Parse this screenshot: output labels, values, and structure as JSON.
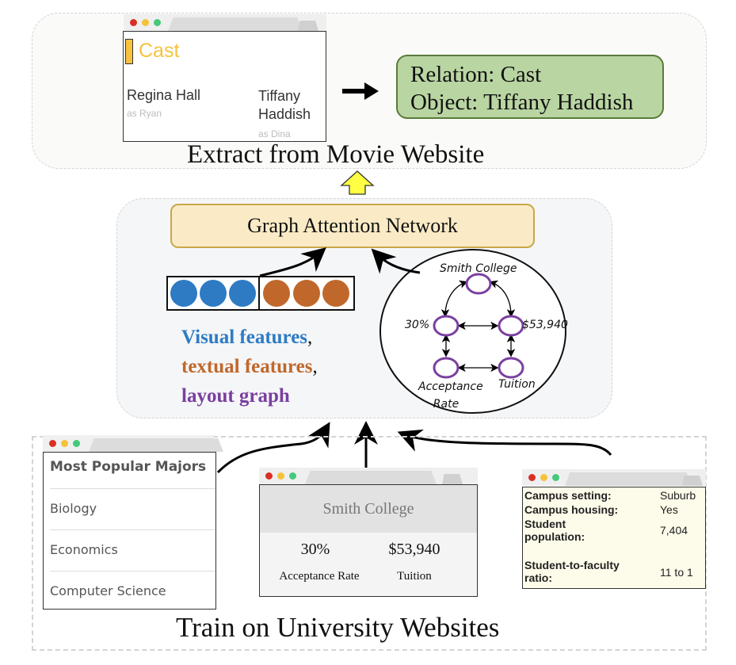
{
  "colors": {
    "visual": "#2e7bc4",
    "textual": "#c0682b",
    "layout": "#7a3fa0",
    "cast_accent": "#f7c33f",
    "relation_box_bg": "#b9d5a2",
    "relation_box_border": "#5a7a3a",
    "gat_box_bg": "#faebc6",
    "gat_box_border": "#c9a74a",
    "arrow_up_fill": "#ffff44",
    "node_stroke": "#7a3fa0",
    "dot_red": "#d93025",
    "dot_yellow": "#f5c33b",
    "dot_green": "#45c97a"
  },
  "top_panel": {
    "caption": "Extract from Movie Website",
    "movie_window": {
      "heading": "Cast",
      "actors": [
        {
          "name": "Regina Hall",
          "role": "as Ryan"
        },
        {
          "name": "Tiffany Haddish",
          "role": "as Dina"
        }
      ]
    },
    "arrow_icon": "right-arrow",
    "relation_box": {
      "line1": "Relation: Cast",
      "line2": "Object: Tiffany Haddish"
    }
  },
  "up_arrow_icon": "up-arrow",
  "middle_panel": {
    "gat_label": "Graph Attention Network",
    "feature_vector": {
      "visual_count": 3,
      "textual_count": 3
    },
    "legend": {
      "visual": "Visual features",
      "textual": "textual features",
      "layout": "layout graph",
      "comma": ","
    },
    "graph": {
      "nodes": [
        {
          "id": "smith",
          "label": "Smith College"
        },
        {
          "id": "pct",
          "label": "30%"
        },
        {
          "id": "tuition_val",
          "label": "$53,940"
        },
        {
          "id": "acc",
          "label": "Acceptance Rate"
        },
        {
          "id": "tuition",
          "label": "Tuition"
        }
      ],
      "edges": [
        [
          "smith",
          "pct"
        ],
        [
          "smith",
          "tuition_val"
        ],
        [
          "pct",
          "tuition_val"
        ],
        [
          "pct",
          "acc"
        ],
        [
          "tuition_val",
          "tuition"
        ],
        [
          "acc",
          "tuition"
        ]
      ]
    }
  },
  "bottom_panel": {
    "caption": "Train on University Websites",
    "majors_window": {
      "title": "Most Popular Majors",
      "items": [
        "Biology",
        "Economics",
        "Computer Science"
      ]
    },
    "college_window": {
      "name": "Smith College",
      "stats": [
        {
          "value": "30%",
          "label": "Acceptance Rate"
        },
        {
          "value": "$53,940",
          "label": "Tuition"
        }
      ]
    },
    "facts_window": {
      "rows": [
        {
          "key": "Campus setting:",
          "value": "Suburb"
        },
        {
          "key": "Campus housing:",
          "value": "Yes"
        },
        {
          "key": "Student population:",
          "value": "7,404"
        },
        {
          "key": "Student-to-faculty ratio:",
          "value": "11 to 1"
        }
      ]
    }
  }
}
